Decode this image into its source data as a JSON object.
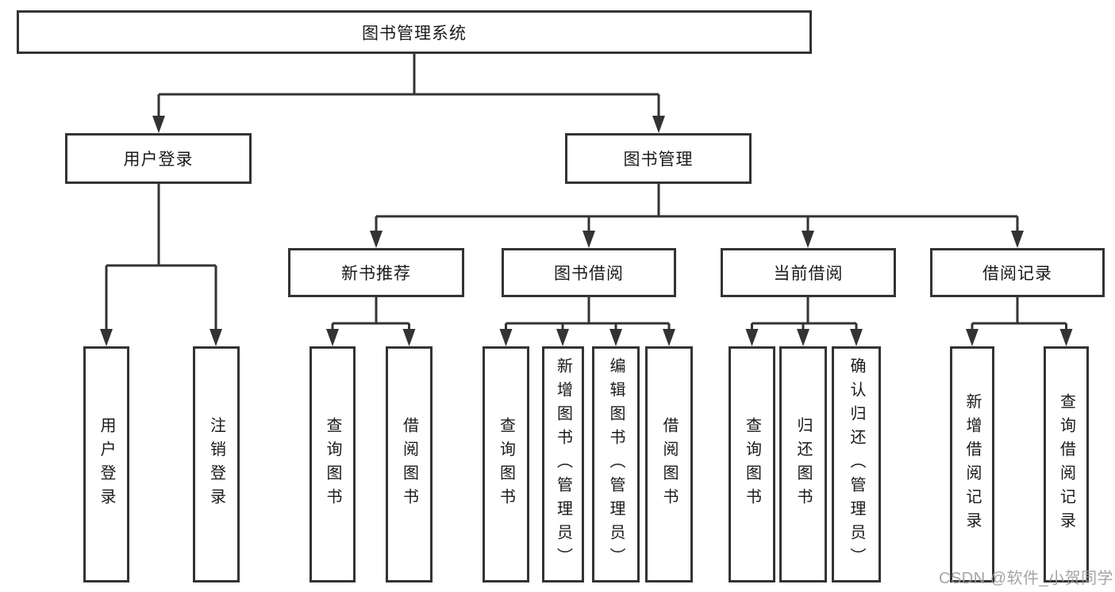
{
  "tree": {
    "root": {
      "label": "图书管理系统",
      "children": [
        {
          "label": "用户登录",
          "children": [
            {
              "label": "用户登录"
            },
            {
              "label": "注销登录"
            }
          ]
        },
        {
          "label": "图书管理",
          "children": [
            {
              "label": "新书推荐",
              "children": [
                {
                  "label": "查询图书"
                },
                {
                  "label": "借阅图书"
                }
              ]
            },
            {
              "label": "图书借阅",
              "children": [
                {
                  "label": "查询图书"
                },
                {
                  "label": "新增图书（管理员）"
                },
                {
                  "label": "编辑图书（管理员）"
                },
                {
                  "label": "借阅图书"
                }
              ]
            },
            {
              "label": "当前借阅",
              "children": [
                {
                  "label": "查询图书"
                },
                {
                  "label": "归还图书"
                },
                {
                  "label": "确认归还（管理员）"
                }
              ]
            },
            {
              "label": "借阅记录",
              "children": [
                {
                  "label": "新增借阅记录"
                },
                {
                  "label": "查询借阅记录"
                }
              ]
            }
          ]
        }
      ]
    }
  },
  "watermark": {
    "text": "CSDN @软件_小贺同学"
  },
  "colors": {
    "line": "#333333",
    "box_border": "#333333",
    "text": "#1a1a1a",
    "watermark": "#9a9a9a",
    "background": "#ffffff"
  }
}
